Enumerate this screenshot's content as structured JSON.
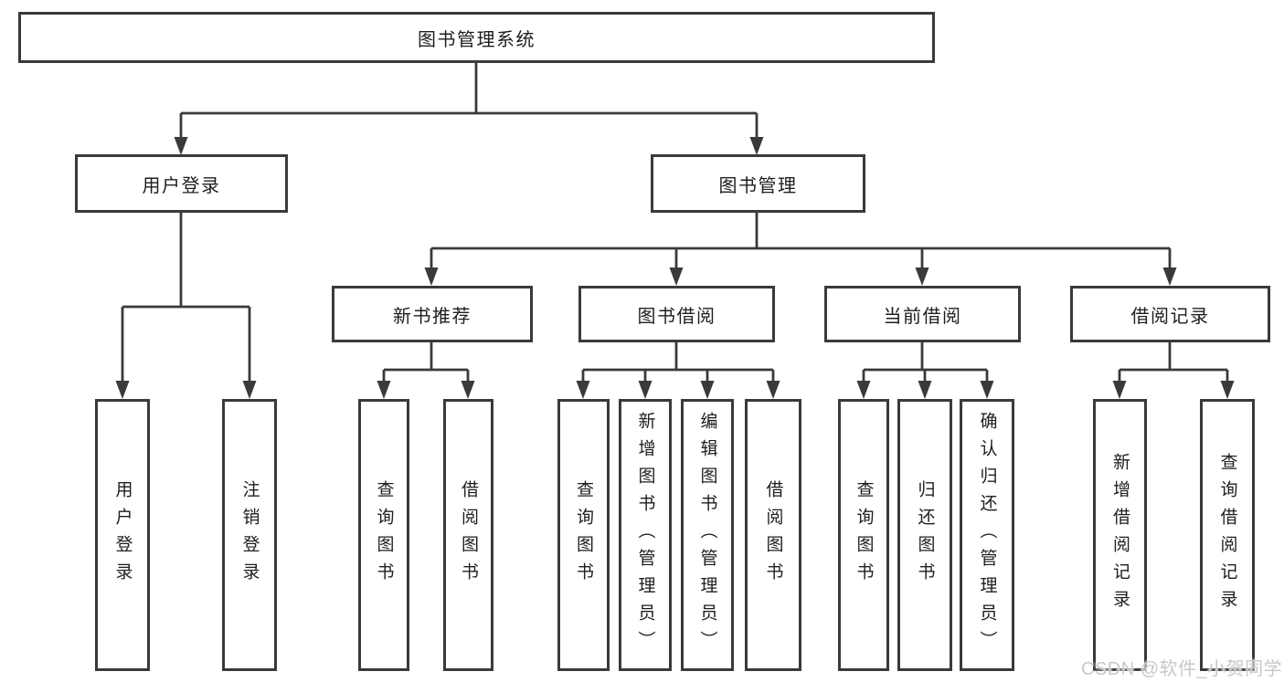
{
  "tree": {
    "label": "图书管理系统",
    "children": [
      {
        "label": "用户登录",
        "children": [
          {
            "label": "用户登录"
          },
          {
            "label": "注销登录"
          }
        ]
      },
      {
        "label": "图书管理",
        "children": [
          {
            "label": "新书推荐",
            "children": [
              {
                "label": "查询图书"
              },
              {
                "label": "借阅图书"
              }
            ]
          },
          {
            "label": "图书借阅",
            "children": [
              {
                "label": "查询图书"
              },
              {
                "label": "新增图书（管理员）"
              },
              {
                "label": "编辑图书（管理员）"
              },
              {
                "label": "借阅图书"
              }
            ]
          },
          {
            "label": "当前借阅",
            "children": [
              {
                "label": "查询图书"
              },
              {
                "label": "归还图书"
              },
              {
                "label": "确认归还（管理员）"
              }
            ]
          },
          {
            "label": "借阅记录",
            "children": [
              {
                "label": "新增借阅记录"
              },
              {
                "label": "查询借阅记录"
              }
            ]
          }
        ]
      }
    ]
  },
  "watermark": "CSDN @软件_小贺同学",
  "colors": {
    "line": "#3a3a3a",
    "box_border": "#3a3a3a",
    "text": "#1e1e1e",
    "background": "#ffffff",
    "watermark": "#c8c8c8"
  }
}
